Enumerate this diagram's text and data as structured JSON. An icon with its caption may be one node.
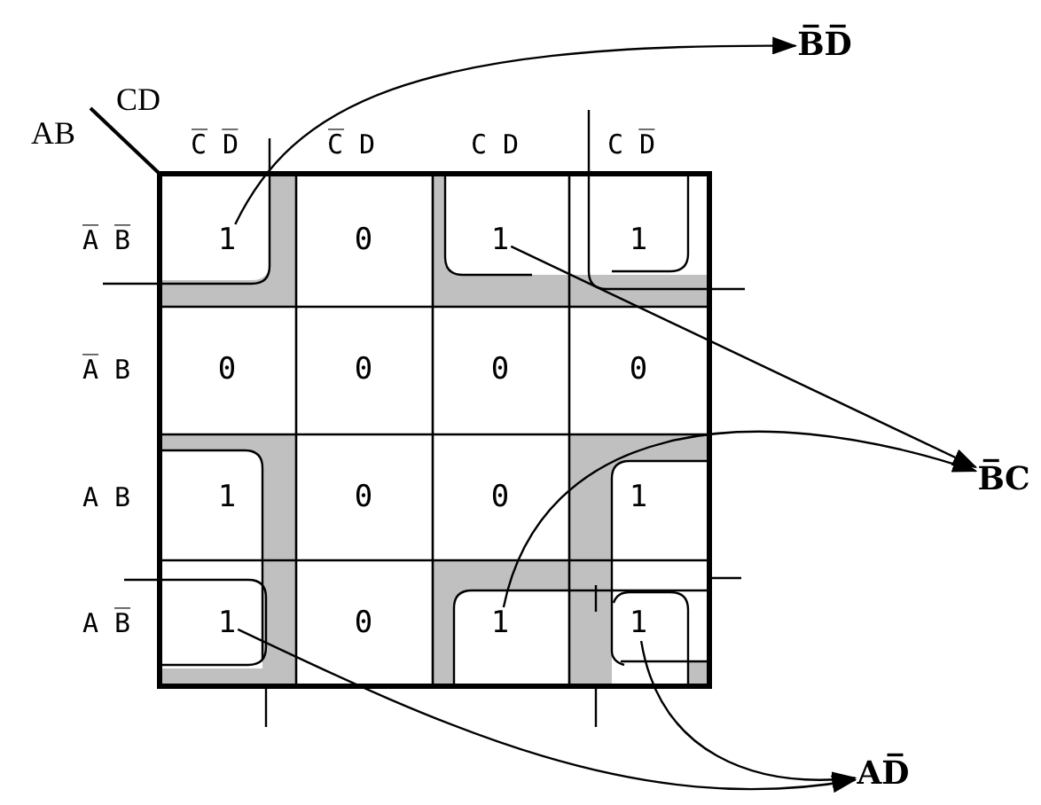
{
  "diagram": {
    "nodes": [
      {
        "text": [
          "B̅D̅"
        ]
      },
      {
        "text": [
          "1"
        ]
      },
      {
        "text": [
          "1"
        ]
      },
      {
        "text": [
          "B̅C"
        ]
      },
      {
        "text": [
          "1"
        ]
      },
      {
        "text": [
          "1"
        ]
      },
      {
        "text": [
          "1"
        ]
      },
      {
        "text": [
          "AD̅"
        ]
      }
    ],
    "edges": [
      {
        "from": 1,
        "to": 0,
        "arrow": "to"
      },
      {
        "from": 2,
        "to": 3,
        "arrow": "to"
      },
      {
        "from": 5,
        "to": 3,
        "arrow": "to"
      },
      {
        "from": 4,
        "to": 7,
        "arrow": "to"
      },
      {
        "from": 6,
        "to": 7,
        "arrow": "to"
      }
    ],
    "labels": [
      "CD",
      "AB",
      "C̅ D̅",
      "C̅ D",
      "C D",
      "C D̅",
      "A̅ B̅",
      "0",
      "1",
      "A̅ B",
      "0",
      "0",
      "0",
      "0",
      "A B",
      "1",
      "0",
      "0",
      "1",
      "A B̅",
      "0"
    ]
  }
}
